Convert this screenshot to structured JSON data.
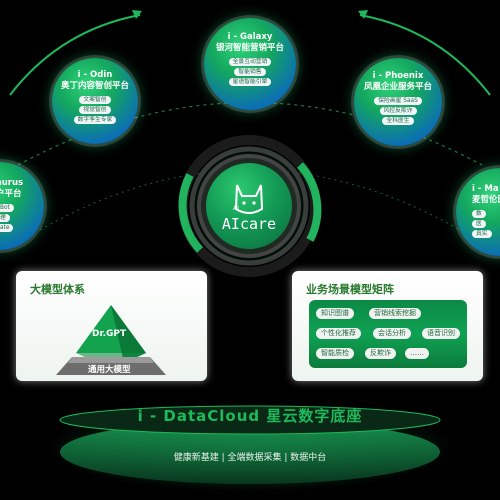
{
  "center": {
    "brand": "AIcare"
  },
  "nodes": {
    "galaxy": {
      "title": "i - Galaxy",
      "subtitle": "银河智能营销平台",
      "items": [
        "全景互动营销",
        "智能销售",
        "星语智能引擎"
      ]
    },
    "odin": {
      "title": "i - Odin",
      "subtitle": "奥丁内容智创平台",
      "items": [
        "文案智创",
        "视觉智创",
        "数字孪生专家"
      ]
    },
    "phoenix": {
      "title": "i - Phoenix",
      "subtitle": "凤凰企业服务平台",
      "items": [
        "保险画星 SaaS",
        "风控反欺诈",
        "全科医生"
      ]
    },
    "taurus": {
      "title": "aurus",
      "subtitle": "户平台",
      "items": [
        "Bot",
        "理",
        "ate"
      ]
    },
    "ma": {
      "title": "i - Ma",
      "subtitle": "麦哲伦医",
      "items": [
        "数",
        "医",
        "真实"
      ]
    }
  },
  "model_panel": {
    "title": "大模型体系",
    "top_label": "Dr.GPT",
    "bottom_label": "通用大模型"
  },
  "scene_panel": {
    "title": "业务场景模型矩阵",
    "tags": [
      "知识图谱",
      "营销线索挖掘",
      "个性化推荐",
      "会话分析",
      "语音识别",
      "智能质检",
      "反欺诈",
      "……"
    ]
  },
  "base": {
    "title": "i - DataCloud  星云数字底座",
    "subtitle": "健康新基建 | 全端数据采集 | 数据中台"
  },
  "colors": {
    "accent": "#1db95a",
    "planet_blue": "#0c6fb4",
    "panel_green": "#2a7a2e"
  }
}
